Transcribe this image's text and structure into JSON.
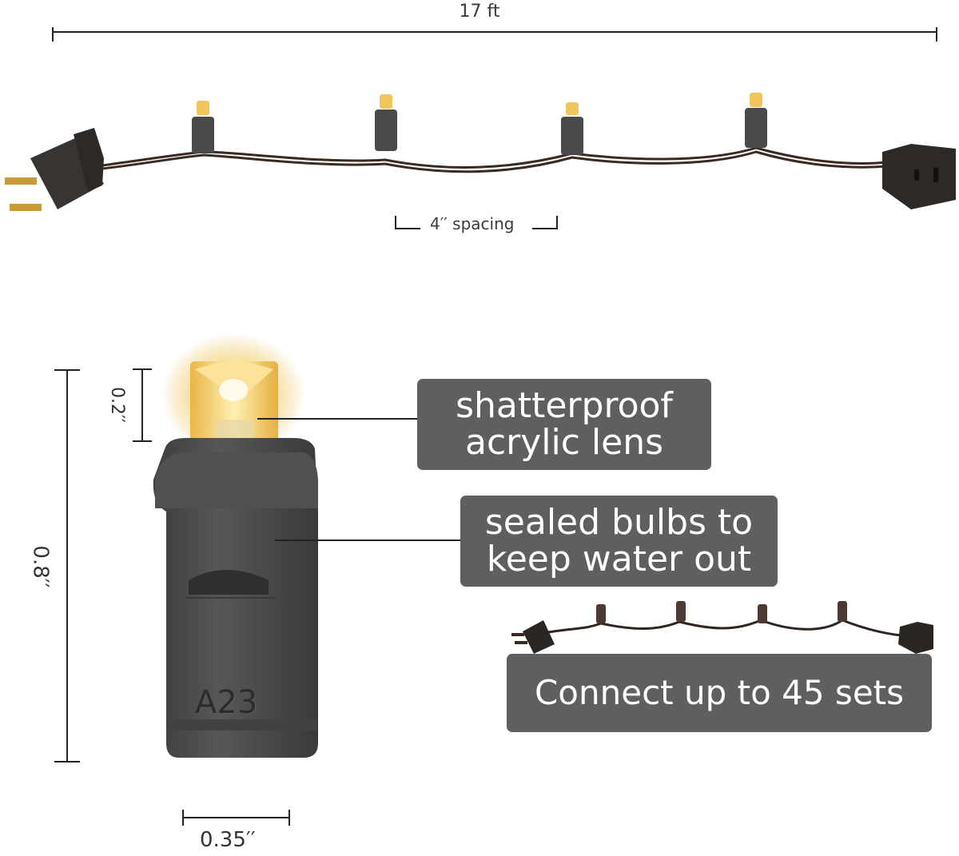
{
  "dimensions": {
    "total_length": "17 ft",
    "bulb_spacing": "4′′ spacing",
    "bulb_height": "0.8′′",
    "lens_height": "0.2′′",
    "bulb_width": "0.35′′"
  },
  "bulb_marking": "A23",
  "callouts": {
    "lens": {
      "line1": "shatterproof",
      "line2": "acrylic lens"
    },
    "sealed": {
      "line1": "sealed bulbs to",
      "line2": "keep water out"
    },
    "connect": {
      "text": "Connect up to 45 sets"
    }
  },
  "colors": {
    "wire": "#3b2a22",
    "socket": "#4a4a4c",
    "lens_glow": "#f3c25a",
    "callout_bg": "#5f5f5f",
    "dimension_line": "#222222"
  }
}
